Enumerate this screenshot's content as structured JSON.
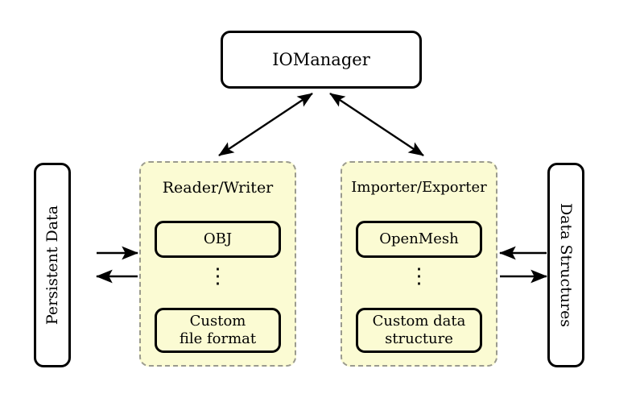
{
  "diagram": {
    "title_box": {
      "label": "IOManager"
    },
    "left_store": {
      "label": "Persistent Data"
    },
    "right_store": {
      "label": "Data Structures"
    },
    "panels": [
      {
        "title": "Reader/Writer",
        "top_item": "OBJ",
        "ellipsis": "⋮",
        "bottom_item_line1": "Custom",
        "bottom_item_line2": "file format"
      },
      {
        "title": "Importer/Exporter",
        "top_item": "OpenMesh",
        "ellipsis": "⋮",
        "bottom_item_line1": "Custom data",
        "bottom_item_line2": "structure"
      }
    ],
    "colors": {
      "panel_fill": "#fbfbd3",
      "panel_border": "#9b9b8e",
      "stroke": "#000000",
      "background": "#ffffff"
    },
    "connectors": [
      {
        "name": "iomanager-to-readerwriter",
        "style": "double-headed"
      },
      {
        "name": "iomanager-to-importerexporter",
        "style": "double-headed"
      },
      {
        "name": "persistent-data-to-readerwriter",
        "style": "single-headed-right"
      },
      {
        "name": "readerwriter-to-persistent-data",
        "style": "single-headed-left"
      },
      {
        "name": "data-structures-to-importerexporter",
        "style": "single-headed-left"
      },
      {
        "name": "importerexporter-to-data-structures",
        "style": "single-headed-right"
      }
    ]
  }
}
